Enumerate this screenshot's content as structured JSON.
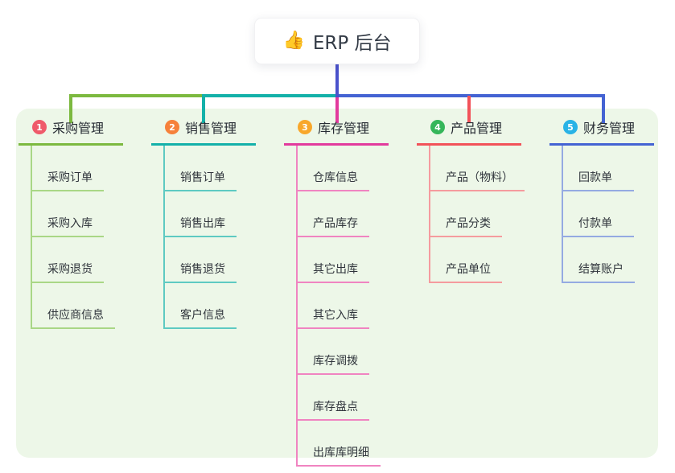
{
  "root": {
    "label": "ERP 后台",
    "icon": "thumbs-up-icon",
    "icon_color": "#f2b11f"
  },
  "branches": [
    {
      "num": "1",
      "label": "采购管理",
      "badge_color": "#ef5a6a",
      "line_color": "#7cb93f",
      "sub_line_color": "#a9d786",
      "children": [
        "采购订单",
        "采购入库",
        "采购退货",
        "供应商信息"
      ]
    },
    {
      "num": "2",
      "label": "销售管理",
      "badge_color": "#f6813a",
      "line_color": "#14b1a9",
      "sub_line_color": "#5ecac2",
      "children": [
        "销售订单",
        "销售出库",
        "销售退货",
        "客户信息"
      ]
    },
    {
      "num": "3",
      "label": "库存管理",
      "badge_color": "#f8a72b",
      "line_color": "#e23a9d",
      "sub_line_color": "#f084c1",
      "children": [
        "仓库信息",
        "产品库存",
        "其它出库",
        "其它入库",
        "库存调拨",
        "库存盘点",
        "出库库明细"
      ]
    },
    {
      "num": "4",
      "label": "产品管理",
      "badge_color": "#35b65a",
      "line_color": "#f25259",
      "sub_line_color": "#f59b9e",
      "children": [
        "产品（物料）",
        "产品分类",
        "产品单位"
      ]
    },
    {
      "num": "5",
      "label": "财务管理",
      "badge_color": "#29b3e6",
      "line_color": "#4463d3",
      "sub_line_color": "#95aae2",
      "children": [
        "回款单",
        "付款单",
        "结算账户"
      ]
    }
  ],
  "connectors": {
    "root_stem": "#4a52cc",
    "branch_1_elbow": "#7cb93f",
    "branch_2_elbow": "#14b1a9",
    "branch_3_drop": "#e23a9d",
    "branch_4_drop": "#f25259",
    "branch_5_elbow": "#4463d3"
  },
  "panel_color": "#edf7e8"
}
